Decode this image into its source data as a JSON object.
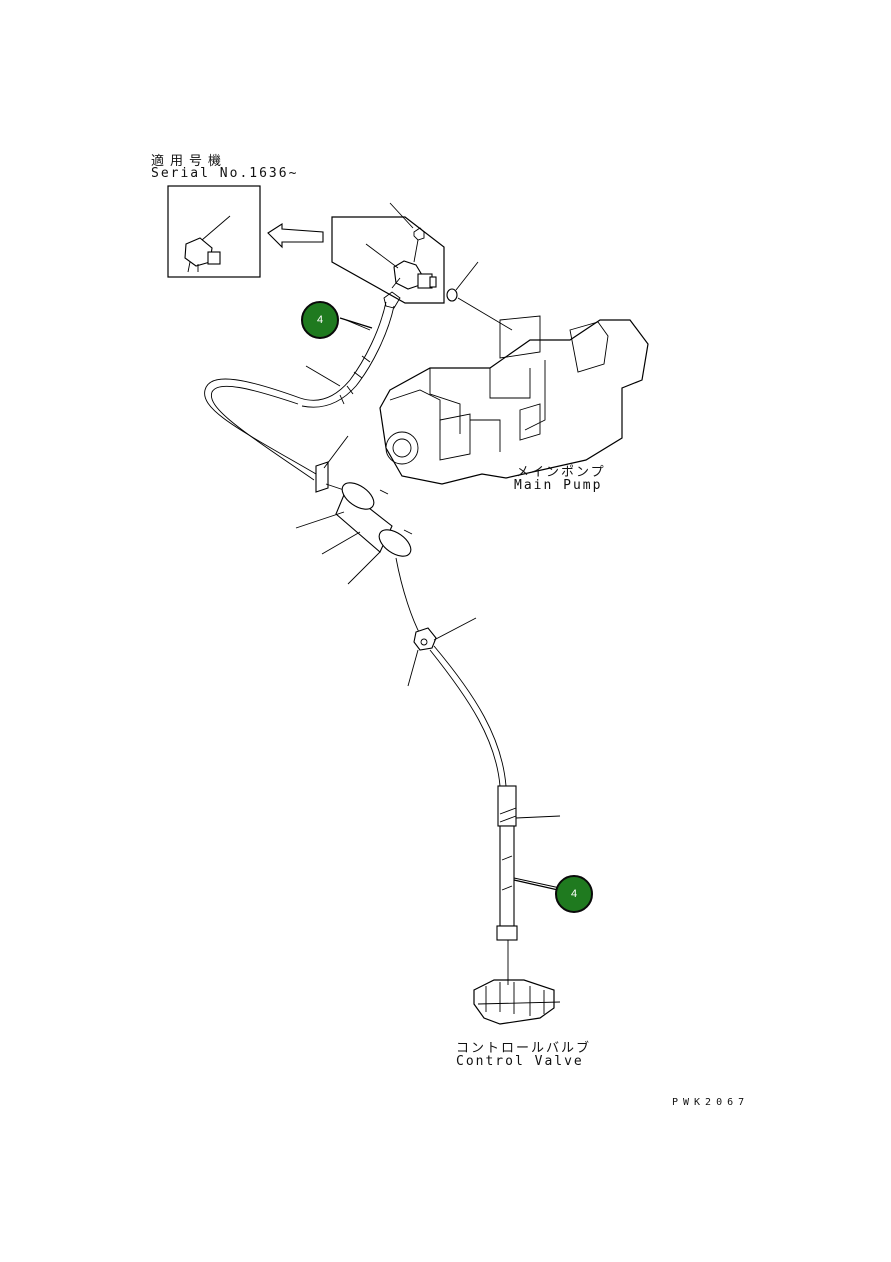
{
  "inset": {
    "label_jp": "適用号機",
    "label_en": "Serial No.1636~"
  },
  "main_pump": {
    "label_jp": "メインポンプ",
    "label_en": "Main Pump"
  },
  "control_valve": {
    "label_jp": "コントロールバルブ",
    "label_en": "Control Valve"
  },
  "callouts": [
    {
      "number": "4",
      "color": "#1f7a1f"
    },
    {
      "number": "4",
      "color": "#1f7a1f"
    }
  ],
  "drawing_code": "PWK2067"
}
